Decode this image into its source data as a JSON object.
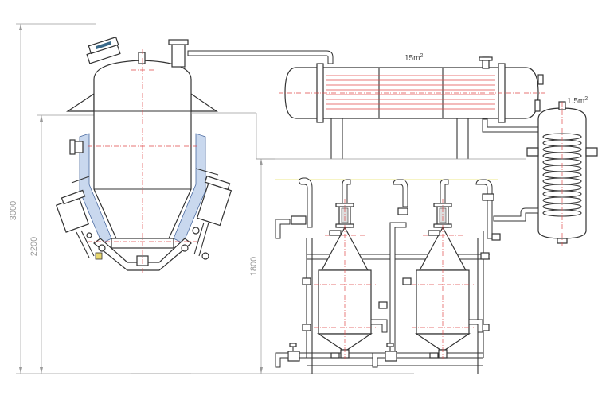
{
  "dimensions": {
    "total_height": "3000",
    "extractor_height": "2200",
    "separator_height": "1800"
  },
  "labels": {
    "condenser_area": "15m",
    "condenser_area_exp": "2",
    "cooler_area": "1.5m",
    "cooler_area_exp": "2"
  },
  "colors": {
    "line": "#333333",
    "centerline": "#e04a4a",
    "dimension": "#9a9a9a",
    "insulation": "#c9d8ee"
  }
}
